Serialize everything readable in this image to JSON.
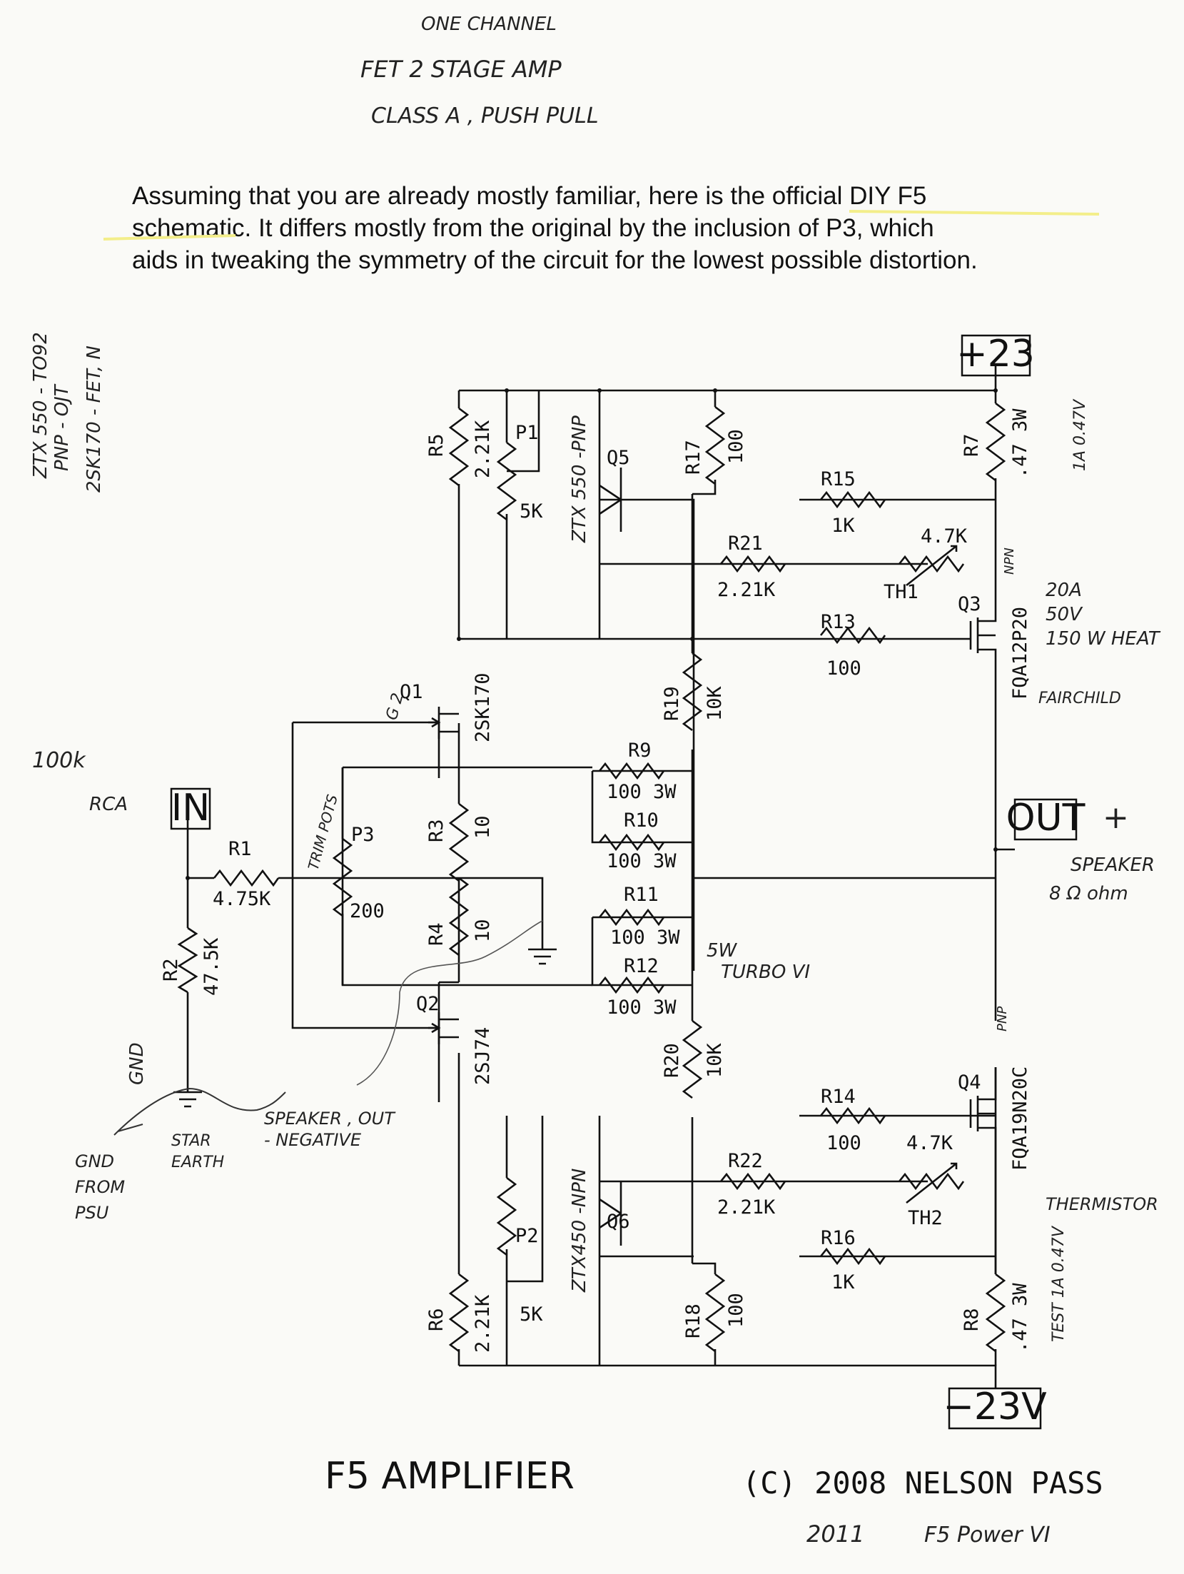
{
  "intro": {
    "lines": [
      "Assuming that you are already mostly familiar, here is the official DIY F5",
      "schematic.   It differs mostly from the original by the inclusion of P3, which",
      "aids in tweaking the symmetry of the circuit for the lowest possible distortion."
    ]
  },
  "title": "F5 AMPLIFIER",
  "copyright": "(C) 2008 NELSON PASS",
  "rails": {
    "positive": "+23",
    "negative": "−23V"
  },
  "io": {
    "input": "IN",
    "output": "OUT"
  },
  "components": {
    "R1": {
      "ref": "R1",
      "value": "4.75K"
    },
    "R2": {
      "ref": "R2",
      "value": "47.5K"
    },
    "R3": {
      "ref": "R3",
      "value": "10"
    },
    "R4": {
      "ref": "R4",
      "value": "10"
    },
    "R5": {
      "ref": "R5",
      "value": "2.21K"
    },
    "R6": {
      "ref": "R6",
      "value": "2.21K"
    },
    "R7": {
      "ref": "R7",
      "value": ".47 3W"
    },
    "R8": {
      "ref": "R8",
      "value": ".47 3W"
    },
    "R9": {
      "ref": "R9",
      "value": "100 3W"
    },
    "R10": {
      "ref": "R10",
      "value": "100 3W"
    },
    "R11": {
      "ref": "R11",
      "value": "100 3W"
    },
    "R12": {
      "ref": "R12",
      "value": "100 3W"
    },
    "R13": {
      "ref": "R13",
      "value": "100"
    },
    "R14": {
      "ref": "R14",
      "value": "100"
    },
    "R15": {
      "ref": "R15",
      "value": "1K"
    },
    "R16": {
      "ref": "R16",
      "value": "1K"
    },
    "R17": {
      "ref": "R17",
      "value": "100"
    },
    "R18": {
      "ref": "R18",
      "value": "100"
    },
    "R19": {
      "ref": "R19",
      "value": "10K"
    },
    "R20": {
      "ref": "R20",
      "value": "10K"
    },
    "R21": {
      "ref": "R21",
      "value": "2.21K"
    },
    "R22": {
      "ref": "R22",
      "value": "2.21K"
    },
    "P1": {
      "ref": "P1",
      "value": "5K"
    },
    "P2": {
      "ref": "P2",
      "value": "5K"
    },
    "P3": {
      "ref": "P3",
      "value": "200"
    },
    "TH1": {
      "ref": "TH1",
      "value": "4.7K"
    },
    "TH2": {
      "ref": "TH2",
      "value": "4.7K"
    },
    "Q1": {
      "ref": "Q1",
      "part": "2SK170"
    },
    "Q2": {
      "ref": "Q2",
      "part": "2SJ74"
    },
    "Q3": {
      "ref": "Q3",
      "part": "FQA12P20"
    },
    "Q4": {
      "ref": "Q4",
      "part": "FQA19N20C"
    },
    "Q5": {
      "ref": "Q5"
    },
    "Q6": {
      "ref": "Q6"
    }
  },
  "handwritten": {
    "header1": "ONE      CHANNEL",
    "header2": "FET    2 STAGE    AMP",
    "header3": "CLASS  A ,   PUSH   PULL",
    "side1": "ZTX 550 - TO92",
    "side2": "PNP - OJT",
    "side3": "2SK170 - FET, N",
    "left1": "100k",
    "left2": "RCA",
    "gnd": "GND",
    "gndfrom": "GND\nFROM\nPSU",
    "star": "STAR\nEARTH",
    "speaker_neg": "SPEAKER , OUT\n- NEGATIVE",
    "trimpots": "TRIM POTS",
    "q5part": "ZTX 550 -PNP",
    "q6part": "ZTX450 -NPN",
    "turbo": "5W\nTURBO VI",
    "q3notes": "20A\n50V\n150 W HEAT",
    "fairchild": "FAIRCHILD",
    "speaker": "SPEAKER\n8 Ω  ohm",
    "thermistor": "THERMISTOR",
    "fuse_top": "1A\n0.47V",
    "fuse_bot": "TEST\n1A\n0.47V",
    "npn": "NPN",
    "pnp": "PNP",
    "year": "2011",
    "powervi": "F5 Power VI",
    "plus": "+",
    "out_note": "OUT",
    "in_note": "IN",
    "g2": "G 2"
  }
}
